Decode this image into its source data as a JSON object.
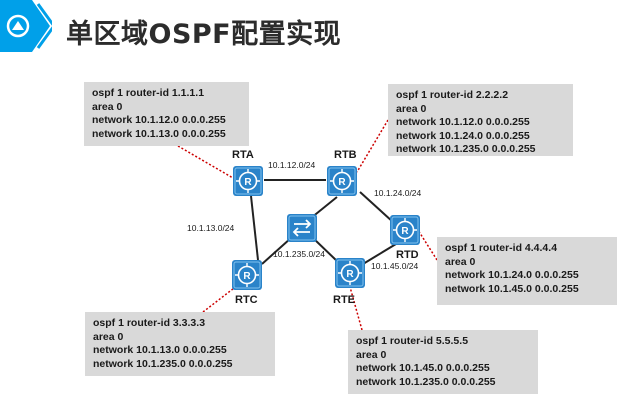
{
  "slide": {
    "title": "单区域OSPF配置实现"
  },
  "colors": {
    "accent": "#00a0e9",
    "router_fill": "#2a83c9",
    "config_bg": "#d9d9d9",
    "callout_red": "#cc0000"
  },
  "routers": {
    "rta": {
      "name": "RTA",
      "icon": "router-icon"
    },
    "rtb": {
      "name": "RTB",
      "icon": "router-icon"
    },
    "rtc": {
      "name": "RTC",
      "icon": "router-icon"
    },
    "rtd": {
      "name": "RTD",
      "icon": "router-icon"
    },
    "rte": {
      "name": "RTE",
      "icon": "router-icon"
    },
    "switch": {
      "icon": "switch-icon"
    }
  },
  "networks": {
    "ab": "10.1.12.0/24",
    "ac": "10.1.13.0/24",
    "bd": "10.1.24.0/24",
    "de": "10.1.45.0/24",
    "lan": "10.1.235.0/24"
  },
  "configs": {
    "rta": [
      "ospf 1 router-id 1.1.1.1",
      "area 0",
      "network 10.1.12.0 0.0.0.255",
      "network 10.1.13.0 0.0.0.255"
    ],
    "rtb": [
      "ospf 1 router-id 2.2.2.2",
      "area 0",
      "network 10.1.12.0 0.0.0.255",
      "network 10.1.24.0 0.0.0.255",
      "network 10.1.235.0 0.0.0.255"
    ],
    "rtd": [
      "ospf 1 router-id 4.4.4.4",
      "area 0",
      "network 10.1.24.0 0.0.0.255",
      "network 10.1.45.0 0.0.0.255"
    ],
    "rtc": [
      "ospf 1 router-id 3.3.3.3",
      "area 0",
      "network 10.1.13.0 0.0.0.255",
      "network 10.1.235.0 0.0.0.255"
    ],
    "rte": [
      "ospf 1 router-id 5.5.5.5",
      "area 0",
      "network 10.1.45.0 0.0.0.255",
      "network 10.1.235.0 0.0.0.255"
    ]
  }
}
